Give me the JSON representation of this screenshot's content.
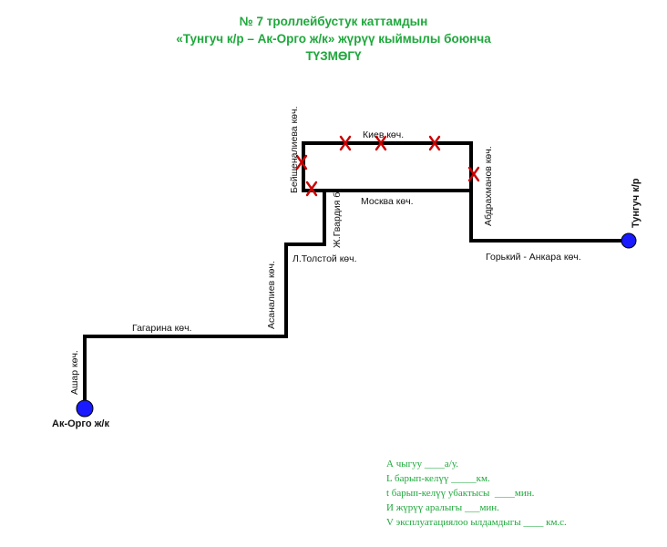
{
  "header": {
    "line1": "№ 7 троллейбустук каттамдын",
    "line2": "«Тунгуч к/р – Ак-Орго ж/к» жүрүү кыймылы боюнча",
    "line3": "ТҮЗМӨГҮ"
  },
  "terminals": {
    "start": "Ак-Орго ж/к",
    "end": "Тунгуч к/р"
  },
  "streets": {
    "ashar": "Ашар көч.",
    "gagarina": "Гагарина көч.",
    "asanaliev": "Асаналиев көч.",
    "tolstoy": "Л.Толстой көч.",
    "gvardia": "Ж.Гвардия б.",
    "beishenaliev": "Бейшеналиева көч.",
    "kiev": "Киев көч.",
    "moskva": "Москва көч.",
    "abdrakhmanov": "Абдрахманов көч.",
    "gorky": "Горький - Анкара көч."
  },
  "form": {
    "line_a": "А чыгуу ____а/у.",
    "line_l": "L барып-келүү _____км.",
    "line_t": "t барып-келүү убактысы  ____мин.",
    "line_i": "И жүрүү аралыгы ___мин.",
    "line_v": "V эксплуатациялоо ылдамдыгы ____ км.с."
  },
  "colors": {
    "route": "#000000",
    "terminal": "#1a1aff",
    "closure": "#cc0000",
    "text_green": "#1fa83c"
  }
}
